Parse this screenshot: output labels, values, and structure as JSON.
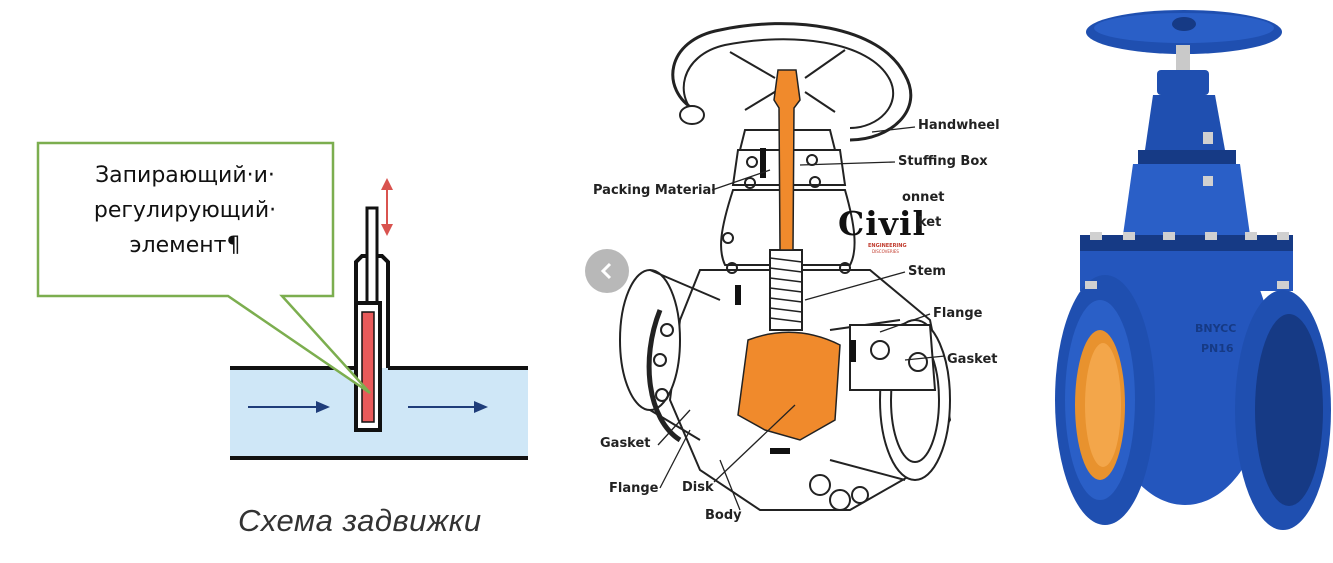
{
  "left": {
    "callout_line1": "Запирающий·и·",
    "callout_line2": "регулирующий·",
    "callout_line3": "элемент¶",
    "caption": "Схема задвижки",
    "colors": {
      "callout_border": "#7cae4f",
      "pipe_fill": "#cfe7f7",
      "element_fill": "#e85a5a",
      "arrow": "#1f3d7a",
      "updown_arrow": "#d9534f"
    }
  },
  "middle": {
    "labels": {
      "handwheel": "Handwheel",
      "stuffing_box": "Stuffing Box",
      "packing_material": "Packing Material",
      "bonnet": "onnet",
      "gasket_top": "ket",
      "stem": "Stem",
      "flange_right": "Flange",
      "gasket_right": "Gasket",
      "gasket_left": "Gasket",
      "flange_left": "Flange",
      "disk": "Disk",
      "body": "Body"
    },
    "logo": {
      "text": "Civil",
      "sub1": "ENGINEERING",
      "sub2": "DISCOVERIES"
    },
    "nav_icon": "chevron-left-icon",
    "colors": {
      "accent_orange": "#f08a2c",
      "line": "#222222"
    }
  },
  "right": {
    "body_marking_1": "BNYCC",
    "body_marking_2": "PN16",
    "colors": {
      "valve_blue": "#1f4fb0",
      "valve_dark": "#163a85",
      "bore_orange": "#e8922e",
      "stem_steel": "#c9c9c9"
    }
  }
}
